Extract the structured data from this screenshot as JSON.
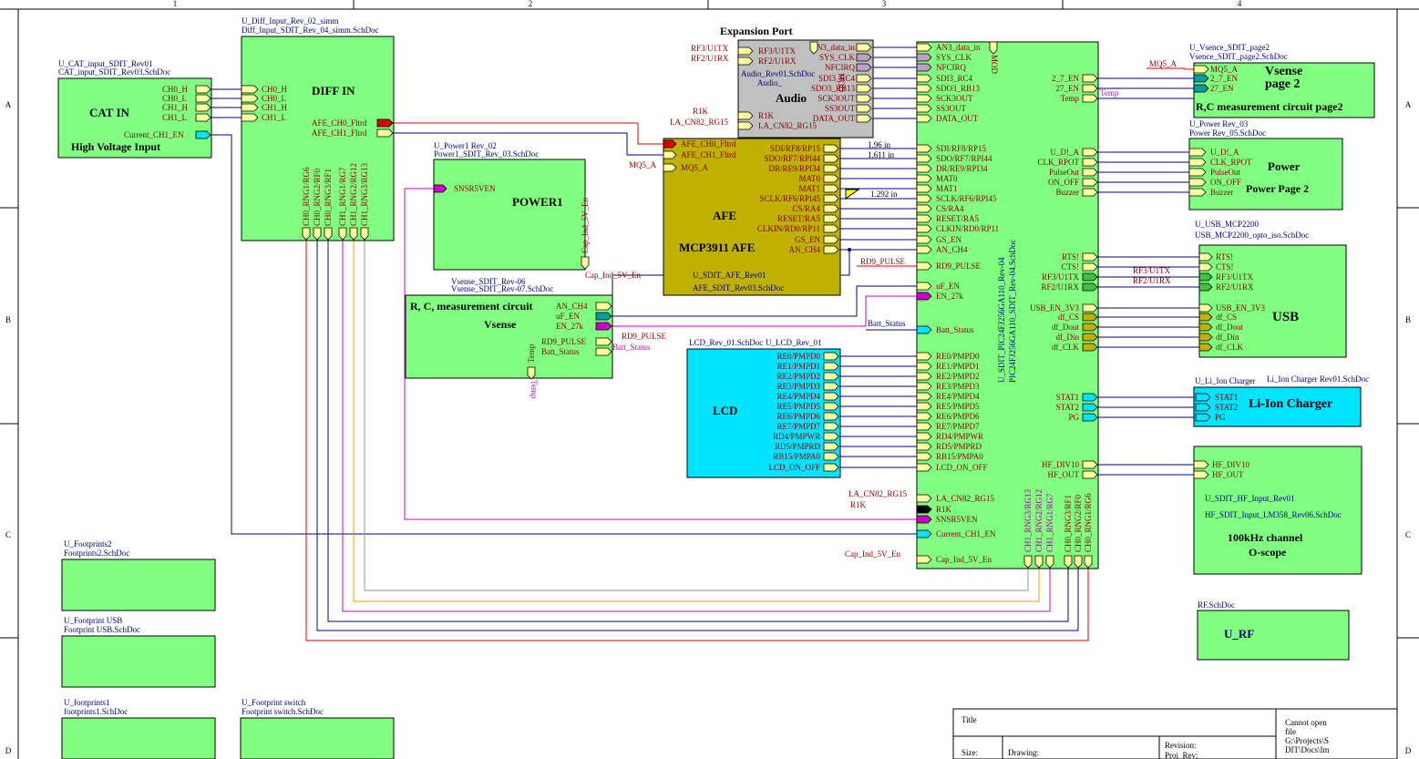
{
  "colors": {
    "block_green": "#80ff80",
    "block_cyan": "#00e5ff",
    "block_gray": "#c0c0c0",
    "block_olive": "#c0b000",
    "wire_blue": "#000080",
    "wire_red": "#e00000",
    "wire_magenta": "#cc00cc",
    "wire_orange": "#f0a000",
    "wire_gray": "#909090",
    "designator": "#000080",
    "net_label": "#a00000",
    "pin_text": "#800000"
  },
  "border": {
    "cols": [
      "1",
      "2",
      "3",
      "4"
    ],
    "rows": [
      "A",
      "B",
      "C",
      "D"
    ]
  },
  "blocks": {
    "cat_in": {
      "designator": "U_CAT_input_SDIT_Rev01",
      "file": "CAT_input_SDIT_Rev03.SchDoc",
      "title": "CAT IN",
      "subtitle": "High Voltage Input",
      "ports": [
        "CH0_H",
        "CH0_L",
        "CH1_H",
        "CH1_L",
        "Current_CH1_EN"
      ]
    },
    "diff_in": {
      "designator": "U_Diff_Input_Rev_02_simm",
      "file": "Diff_Input_SDIT_Rev_04_simm.SchDoc",
      "title": "DIFF IN",
      "ports_left": [
        "CH0_H",
        "CH0_L",
        "CH1_H",
        "CH1_L"
      ],
      "ports_right": [
        "AFE_CH0_Fltrd",
        "AFE_CH1_Fltrd"
      ],
      "ports_bottom": [
        "CH0_RNG1/RG6",
        "CH0_RNG2/RF0",
        "CH0_RNG3/RF1",
        "CH1_RNG1/RG7",
        "CH1_RNG2/RG12",
        "CH1_RNG3/RG13"
      ]
    },
    "power1": {
      "designator": "U_Power1 Rev_02",
      "file": "Power1_SDIT_Rev_03.SchDoc",
      "title": "POWER1",
      "ports": [
        "SNSR5VEN",
        "Cap_Ind_5V_En"
      ]
    },
    "vsense": {
      "designator": "Vsense_SDIT_Rev-06",
      "file": "Vsense_SDIT_Rev-07.SchDoc",
      "title": "R, C, measurement circuit",
      "subtitle": "Vsense",
      "ports": [
        "AN_CH4",
        "uF_EN",
        "EN_27k",
        "RD9_PULSE",
        "Batt_Status",
        "Temp"
      ]
    },
    "audio": {
      "heading": "Expansion Port",
      "designator": "Audio_Rev01.SchDoc",
      "file": "Audio_",
      "title": "Audio",
      "mod": "MOD",
      "ports_left": [
        "RF3/U1TX",
        "RF2/U1RX",
        "R1K",
        "LA_CN82_RG15"
      ],
      "ports_right": [
        "AN3_data_in",
        "SYS_CLK",
        "NFCIRQ",
        "SDI3_RC4",
        "SDO3_RB13",
        "SCK3OUT",
        "SS3OUT",
        "DATA_OUT"
      ]
    },
    "afe": {
      "designator": "U_SDIT_AFE_Rev01",
      "file": "AFE_SDIT_Rev03.SchDoc",
      "title": "AFE",
      "subtitle": "MCP3911 AFE",
      "ports_left": [
        "AFE_CH0_Fltrd",
        "AFE_CH1_Fltrd",
        "MQ5_A"
      ],
      "ports_right": [
        "SDI/RF8/RP15",
        "SDO/RF7/RPI44",
        "DR/RE9/RPI34",
        "MAT0",
        "MAT1",
        "SCLK/RF6/RPI45",
        "CS/RA4",
        "RESET/RA5",
        "CLKIN/RD0/RP11",
        "GS_EN",
        "AN_CH4"
      ]
    },
    "lcd": {
      "designator": "LCD_Rev_01.SchDoc",
      "file": "U_LCD_Rev_01",
      "title": "LCD",
      "ports": [
        "RE0/PMPD0",
        "RE1/PMPD1",
        "RE2/PMPD2",
        "RE3/PMPD3",
        "RE4/PMPD4",
        "RE5/PMPD5",
        "RE6/PMPD6",
        "RE7/PMPD7",
        "RD4/PMPWR",
        "RD5/PMPRD",
        "RB15/PMPA0",
        "LCD_ON_OFF"
      ]
    },
    "mcu": {
      "designator": "U_SDIT_PIC24FJ256GA110_Rev-04",
      "file": "PIC24FJ256GA110_SDIT_Rev-04.SchDoc",
      "mod": "MOD",
      "ports_left": [
        "AN3_data_in",
        "SYS_CLK",
        "NFCIRQ",
        "SDI3_RC4",
        "SDO3_RB13",
        "SCK3OUT",
        "SS3OUT",
        "DATA_OUT",
        "SDI/RF8/RP15",
        "SDO/RF7/RPI44",
        "DR/RE9/RPI34",
        "MAT0",
        "MAT1",
        "SCLK/RF6/RPI45",
        "CS/RA4",
        "RESET/RA5",
        "CLKIN/RD0/RP11",
        "GS_EN",
        "AN_CH4",
        "RD9_PULSE",
        "uF_EN",
        "EN_27k",
        "Batt_Status",
        "RE0/PMPD0",
        "RE1/PMPD1",
        "RE2/PMPD2",
        "RE3/PMPD3",
        "RE4/PMPD4",
        "RE5/PMPD5",
        "RE6/PMPD6",
        "RE7/PMPD7",
        "RD4/PMPWR",
        "RD5/PMPRD",
        "RB15/PMPA0",
        "LCD_ON_OFF",
        "LA_CN82_RG15",
        "R1K",
        "SNSR5VEN",
        "Current_CH1_EN",
        "Cap_Ind_5V_En"
      ],
      "ports_right": [
        "2_7_EN",
        "27_EN",
        "Temp",
        "U_D!_A",
        "CLK_RPOT",
        "PulseOut",
        "ON_OFF",
        "Buzzer",
        "RTS!",
        "CTS!",
        "RF3/U1TX",
        "RF2/U1RX",
        "USB_EN_3V3",
        "df_CS",
        "df_Dout",
        "df_Din",
        "df_CLK",
        "STAT1",
        "STAT2",
        "PG",
        "HF_DIV10",
        "HF_OUT"
      ],
      "ports_bottom": [
        "CH1_RNG3/RG13",
        "CH1_RNG2/RG12",
        "CH1_RNG1/RG7",
        "CH0_RNG3/RF1",
        "CH0_RNG2/RF0",
        "CH0_RNG1/RG6"
      ]
    },
    "vsense2": {
      "designator": "U_Vsence_SDIT_page2",
      "file": "Vsence_SDIT_page2.SchDoc",
      "title": "Vsense",
      "title2": "page 2",
      "subtitle": "R,C measurement circuit page2",
      "ports": [
        "MQ5_A",
        "2_7_EN",
        "27_EN"
      ]
    },
    "power2": {
      "designator": "U_Power Rev_03",
      "file": "Power Rev_05.SchDoc",
      "title": "Power",
      "subtitle": "Power Page 2",
      "ports": [
        "U_D!_A",
        "CLK_RPOT",
        "PulseOut",
        "ON_OFF",
        "Buzzer"
      ]
    },
    "usb": {
      "designator": "U_USB_MCP2200",
      "file": "USB_MCP2200_opto_iso.SchDoc",
      "title": "USB",
      "ports": [
        "RTS!",
        "CTS!",
        "RF3/U1TX",
        "RF2/U1RX",
        "USB_EN_3V3",
        "df_CS",
        "df_Dout",
        "df_Din",
        "df_CLK"
      ]
    },
    "liion": {
      "designator": "U_Li_Ion Charger",
      "file": "Li_Ion Charger Rev01.SchDoc",
      "title": "Li-Ion Charger",
      "ports": [
        "STAT1",
        "STAT2",
        "PG"
      ]
    },
    "hf": {
      "designator": "U_SDIT_HF_Input_Rev01",
      "file": "HF_SDIT_Input_LM358_Rev06.SchDoc",
      "title": "100kHz channel",
      "subtitle": "O-scope",
      "ports": [
        "HF_DIV10",
        "HF_OUT"
      ]
    },
    "rf": {
      "file": "RF.SchDoc",
      "title": "U_RF"
    },
    "fp2": {
      "designator": "U_Footprints2",
      "file": "Footprints2.SchDoc"
    },
    "fpusb": {
      "designator": "U_Footprint USB",
      "file": "Footprint USB.SchDoc"
    },
    "fp1": {
      "designator": "U_footprints1",
      "file": "footprints1.SchDoc"
    },
    "fpsw": {
      "designator": "U_Footprint switch",
      "file": "Footprint switch.SchDoc"
    }
  },
  "net_labels": {
    "rf3": "RF3/U1TX",
    "rf2": "RF2/U1RX",
    "r1k": "R1K",
    "la": "LA_CN82_RG15",
    "mq5_afe": "MQ5_A",
    "mq5_v2": "MQ5_A",
    "rd9": "RD9_PULSE",
    "rd9_v": "RD9_PULSE",
    "batt_v": "Batt_Status",
    "batt_m": "Batt_Status",
    "cap_p": "Cap_Ind_5V_En",
    "cap_m": "Cap_Ind_5V_En",
    "la_m": "LA_CN82_RG15",
    "r1k_m": "R1K",
    "temp_v": "Temp",
    "temp_m": "Temp",
    "rf3_usb": "RF3/U1TX",
    "rf2_usb": "RF2/U1RX"
  },
  "dimensions": [
    "1.96 in",
    "1.611 in",
    "1.292 in"
  ],
  "title_block": {
    "title": "Title",
    "size": "Size:",
    "drawing": "Drawing:",
    "revision": "Revision:",
    "proj_rev": "Proj_Rev:",
    "note_line1": "Cannot open",
    "note_line2": "file",
    "note_line3": "G:\\Projects\\S",
    "note_line4": "DIT\\Docs\\Im"
  }
}
